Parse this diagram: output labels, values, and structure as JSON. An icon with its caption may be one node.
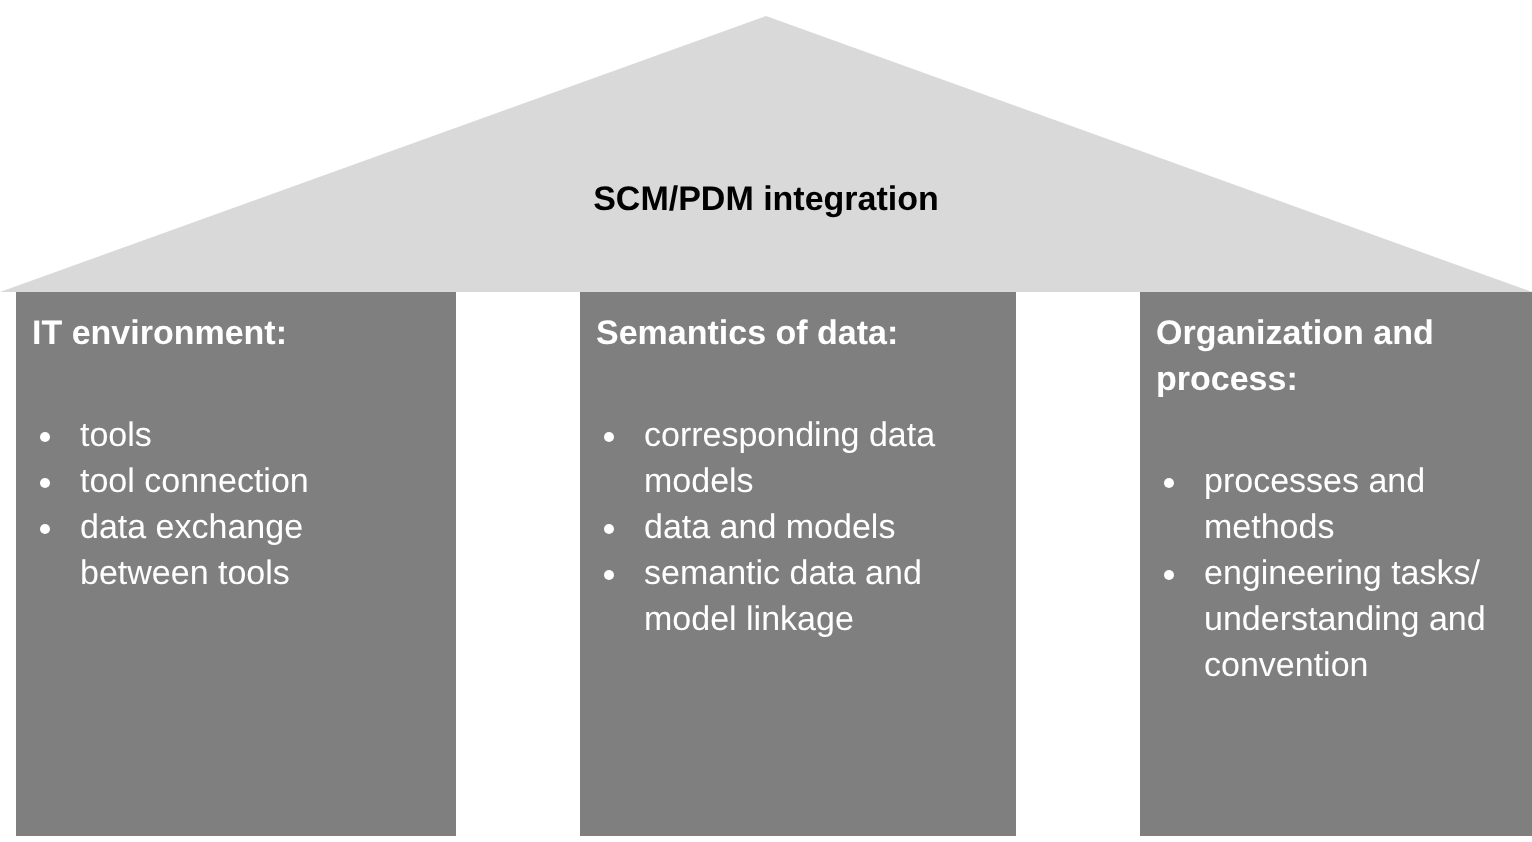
{
  "diagram": {
    "nodes": [
      {
        "text": [
          "SCM/PDM integration"
        ]
      },
      {
        "text": [
          "IT environment:",
          "tools",
          "tool connection",
          "data exchange between tools"
        ]
      },
      {
        "text": [
          "Semantics of data:",
          "corresponding data models",
          "data and models",
          "semantic data and model linkage"
        ]
      },
      {
        "text": [
          "Organization and process:",
          "processes and methods",
          "engineering tasks/ understanding and convention"
        ]
      }
    ]
  }
}
